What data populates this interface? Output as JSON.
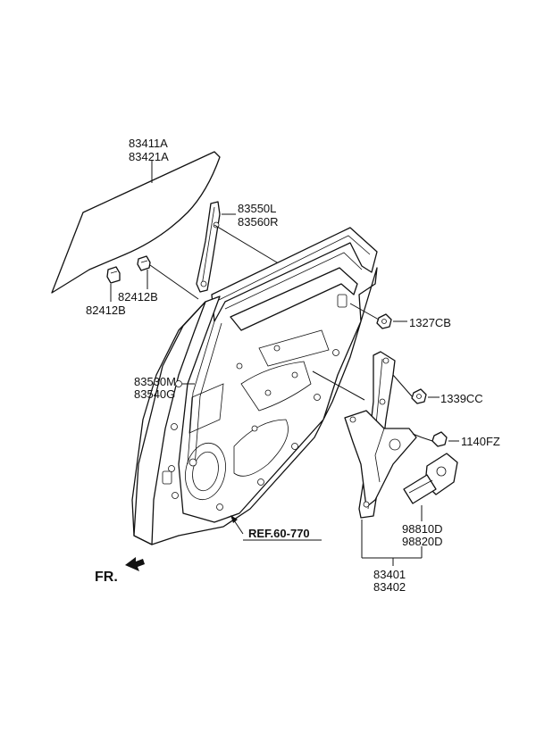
{
  "labels": {
    "glass_a": "83411A",
    "glass_b": "83421A",
    "channel_a": "83550L",
    "channel_b": "83560R",
    "clip_right": "82412B",
    "clip_left": "82412B",
    "nut_1": "1327CB",
    "nut_2": "1339CC",
    "bolt": "1140FZ",
    "run_a": "83530M",
    "run_b": "83540G",
    "motor_a": "98810D",
    "motor_b": "98820D",
    "regulator_a": "83401",
    "regulator_b": "83402",
    "reference": "REF.60-770",
    "front": "FR."
  }
}
